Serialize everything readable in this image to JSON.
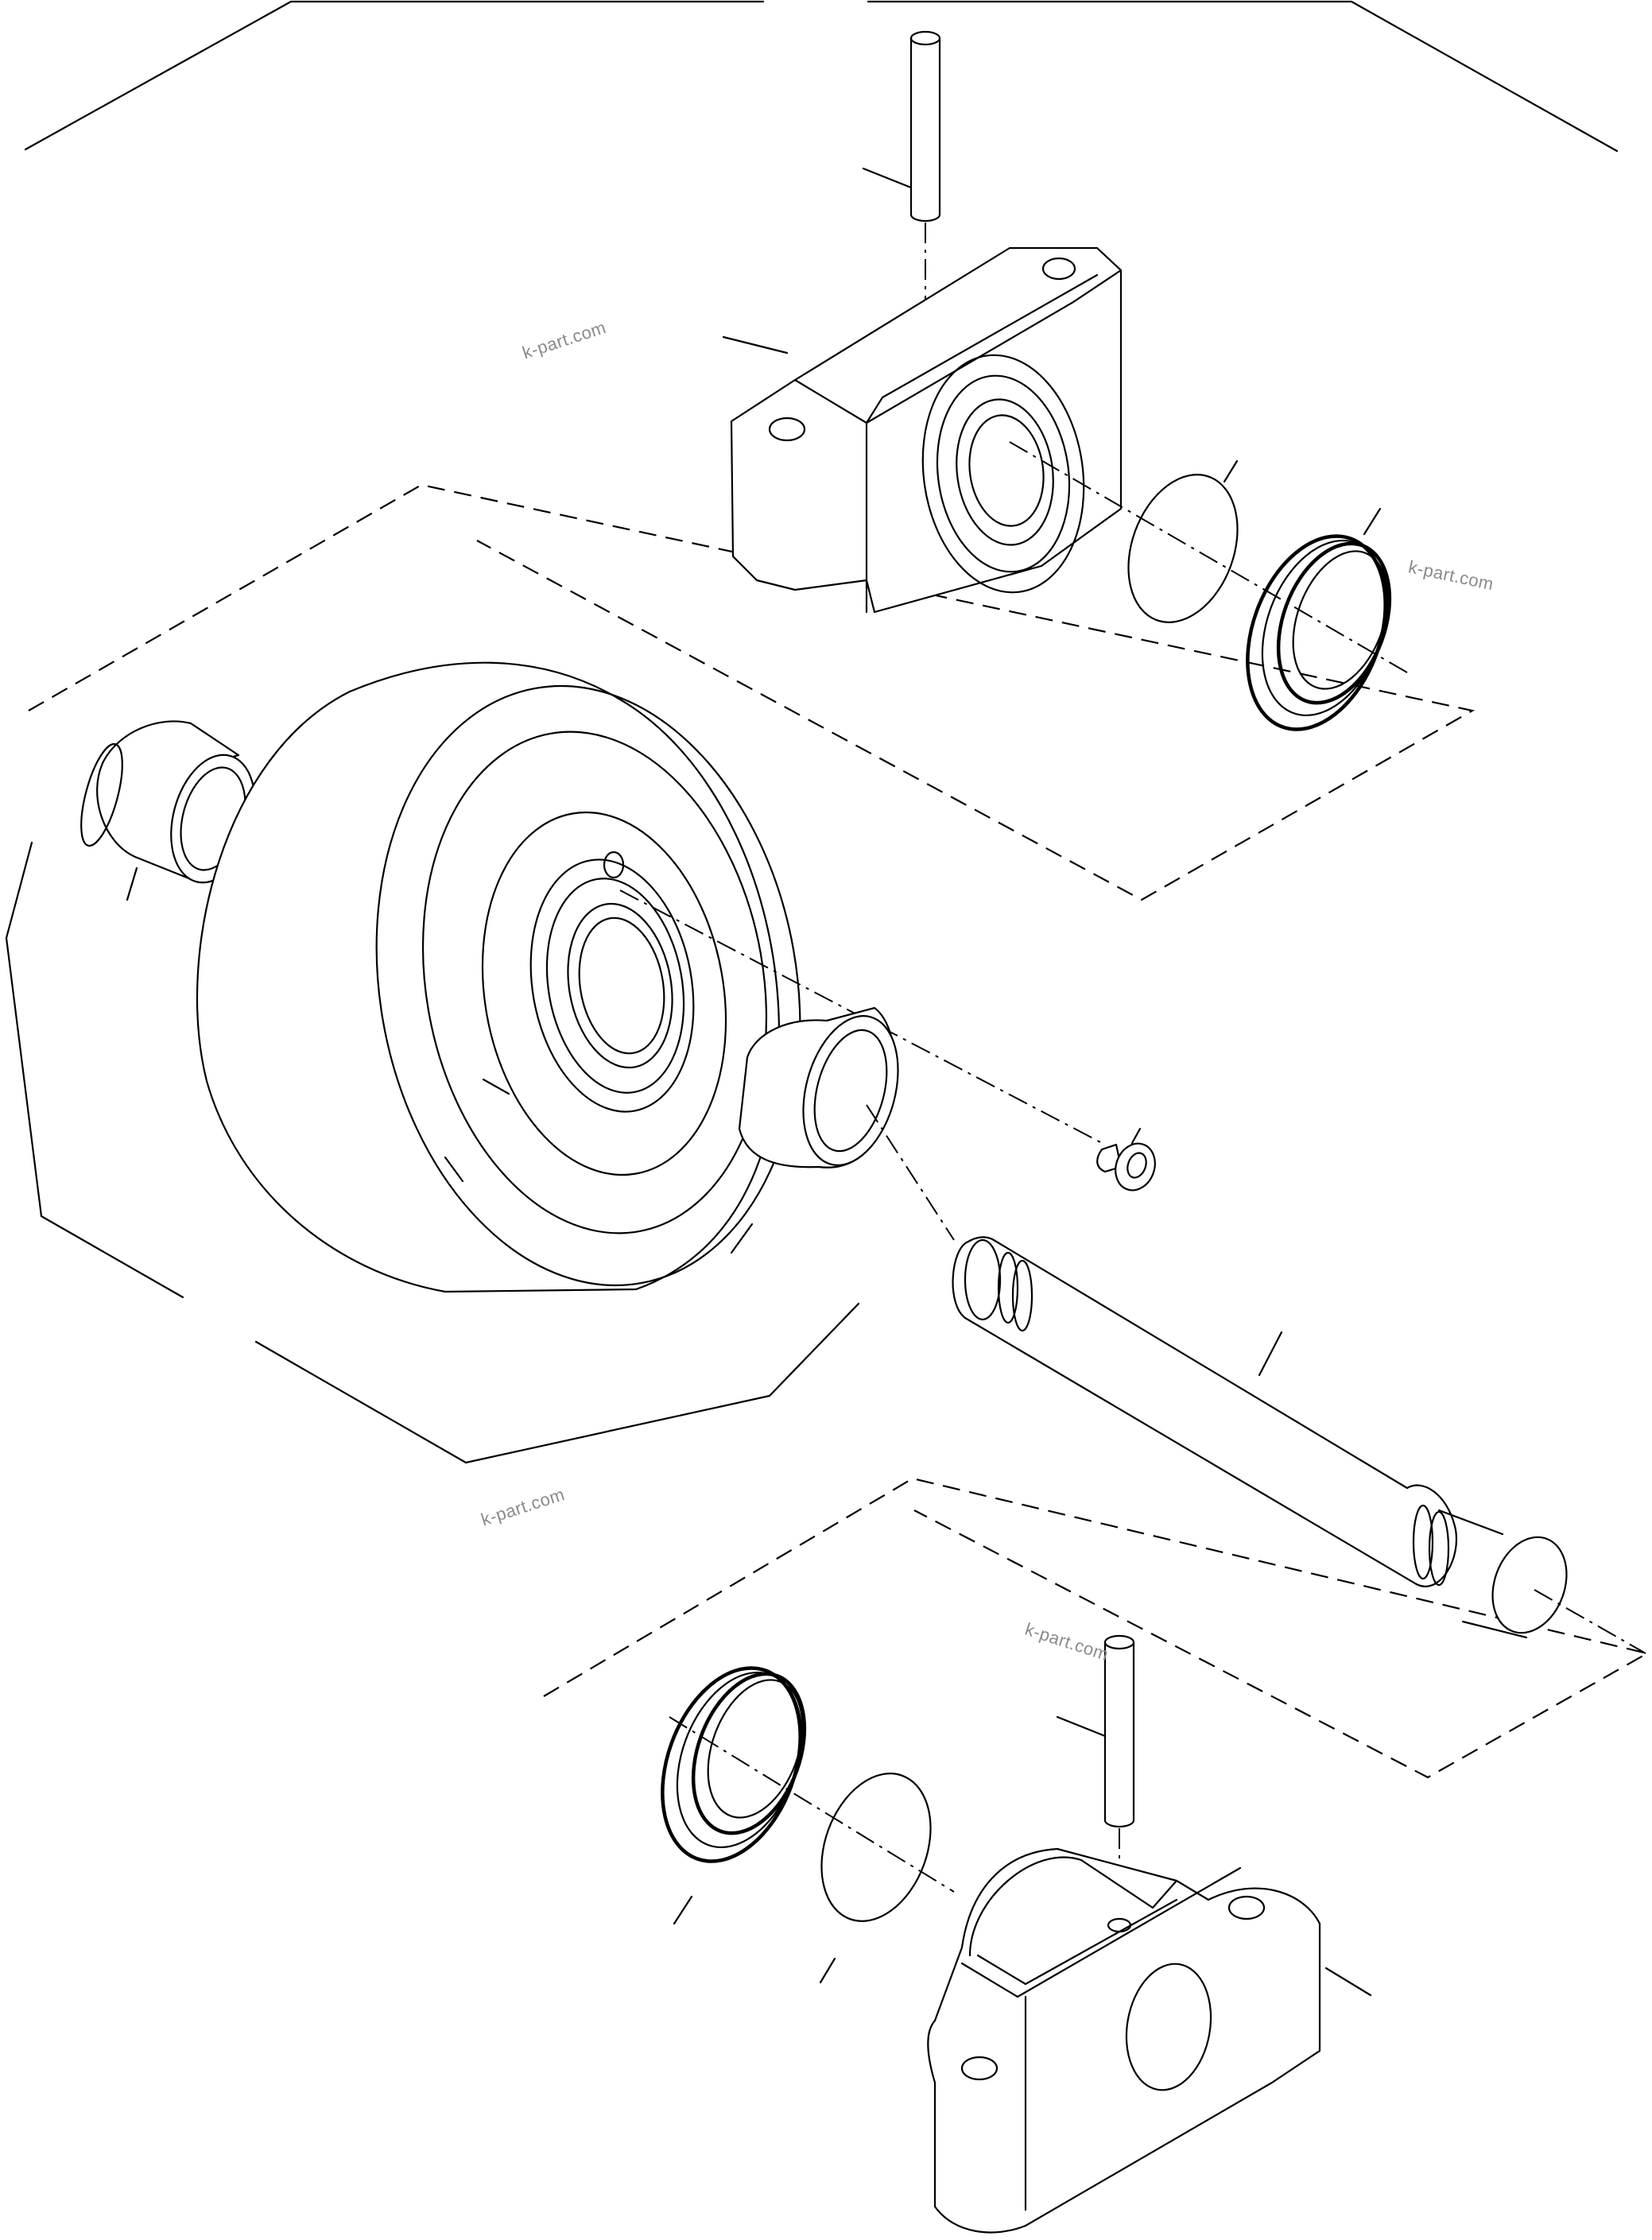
{
  "diagram": {
    "type": "exploded-parts-drawing",
    "subject": "track roller / idler assembly",
    "parts": [
      {
        "id": "pin-top",
        "label": "pin"
      },
      {
        "id": "bracket-top",
        "label": "bracket"
      },
      {
        "id": "o-ring-top",
        "label": "o-ring"
      },
      {
        "id": "seal-top",
        "label": "floating seal"
      },
      {
        "id": "bushing-left",
        "label": "bushing"
      },
      {
        "id": "roller",
        "label": "roller"
      },
      {
        "id": "plug",
        "label": "plug"
      },
      {
        "id": "bushing-right",
        "label": "bushing"
      },
      {
        "id": "shaft",
        "label": "shaft"
      },
      {
        "id": "seal-bottom",
        "label": "floating seal"
      },
      {
        "id": "o-ring-bottom",
        "label": "o-ring"
      },
      {
        "id": "pin-bottom",
        "label": "pin"
      },
      {
        "id": "bracket-bottom",
        "label": "bracket"
      }
    ]
  },
  "watermarks": [
    {
      "text": "k-part.com"
    },
    {
      "text": "k-part.com"
    },
    {
      "text": "k-part.com"
    },
    {
      "text": "k-part.com"
    }
  ]
}
